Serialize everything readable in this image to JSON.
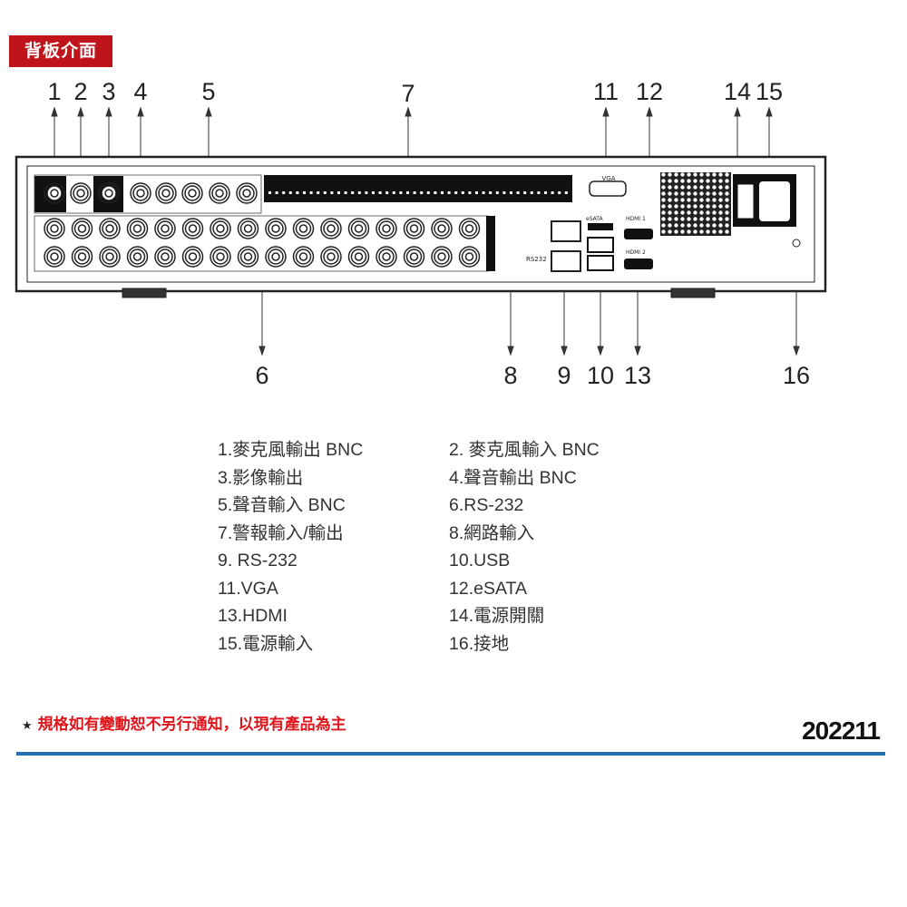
{
  "header": {
    "title": "背板介面"
  },
  "callouts": {
    "top": [
      "1",
      "2",
      "3",
      "4",
      "5",
      "7",
      "11",
      "12",
      "14",
      "15"
    ],
    "bottom": [
      "6",
      "8",
      "9",
      "10",
      "13",
      "16"
    ]
  },
  "panel_labels": {
    "vga": "VGA",
    "rs232": "RS232",
    "esata": "eSATA",
    "hdmi1": "HDMI 1",
    "hdmi2": "HDMI 2"
  },
  "legend": {
    "left": [
      "1.麥克風輸出 BNC",
      "3.影像輸出",
      "5.聲音輸入 BNC",
      "7.警報輸入/輸出",
      "9. RS-232",
      "11.VGA",
      "13.HDMI",
      "15.電源輸入"
    ],
    "right": [
      "2. 麥克風輸入 BNC",
      "4.聲音輸出 BNC",
      "6.RS-232",
      "8.網路輸入",
      "10.USB",
      "12.eSATA",
      "14.電源開關",
      "16.接地"
    ]
  },
  "footer": {
    "note_icon": "star-icon",
    "note": "規格如有變動恕不另行通知，以現有產品為主",
    "code": "202211"
  },
  "colors": {
    "header_bg": "#c0141b",
    "note": "#e0141b",
    "rule": "#1f6fb5"
  }
}
